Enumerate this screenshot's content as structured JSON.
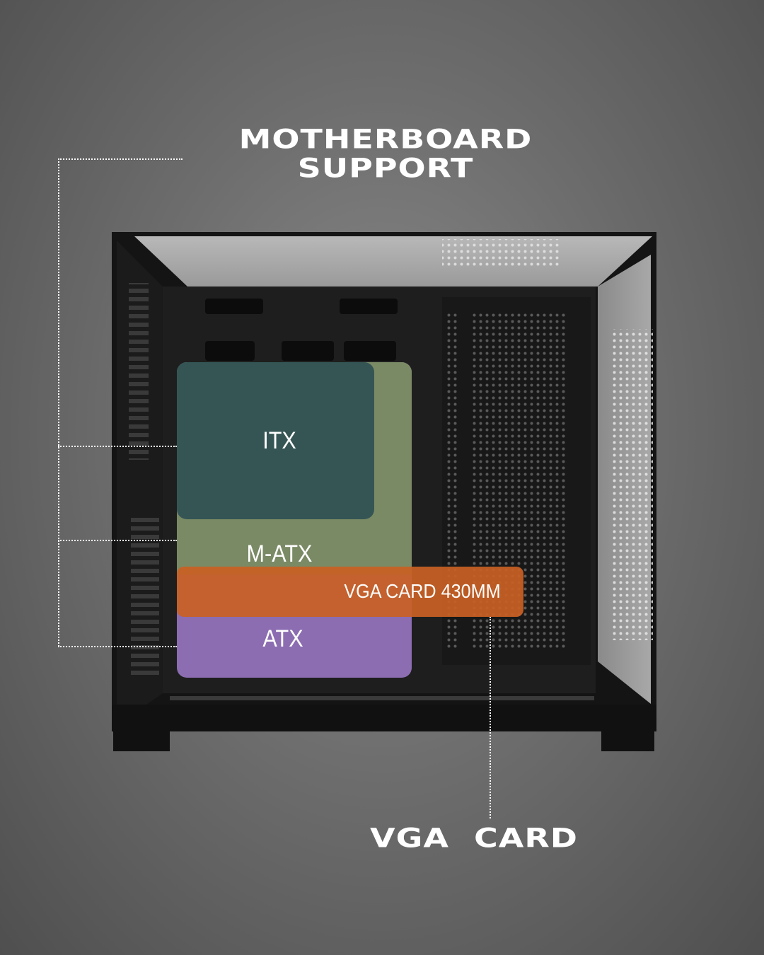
{
  "headings": {
    "motherboard_line1": "MOTHERBOARD",
    "motherboard_line2": "SUPPORT",
    "vga": "VGA CARD"
  },
  "zones": {
    "itx": "ITX",
    "matx": "M-ATX",
    "atx": "ATX",
    "vga": "VGA CARD 430MM"
  },
  "colors": {
    "itx": "#325254",
    "matx": "#788e5a",
    "atx": "#9674be",
    "vga": "#c86024",
    "case": "#1a1a1a"
  },
  "icons": [
    "pc-case-illustration",
    "dotted-guide-line"
  ]
}
